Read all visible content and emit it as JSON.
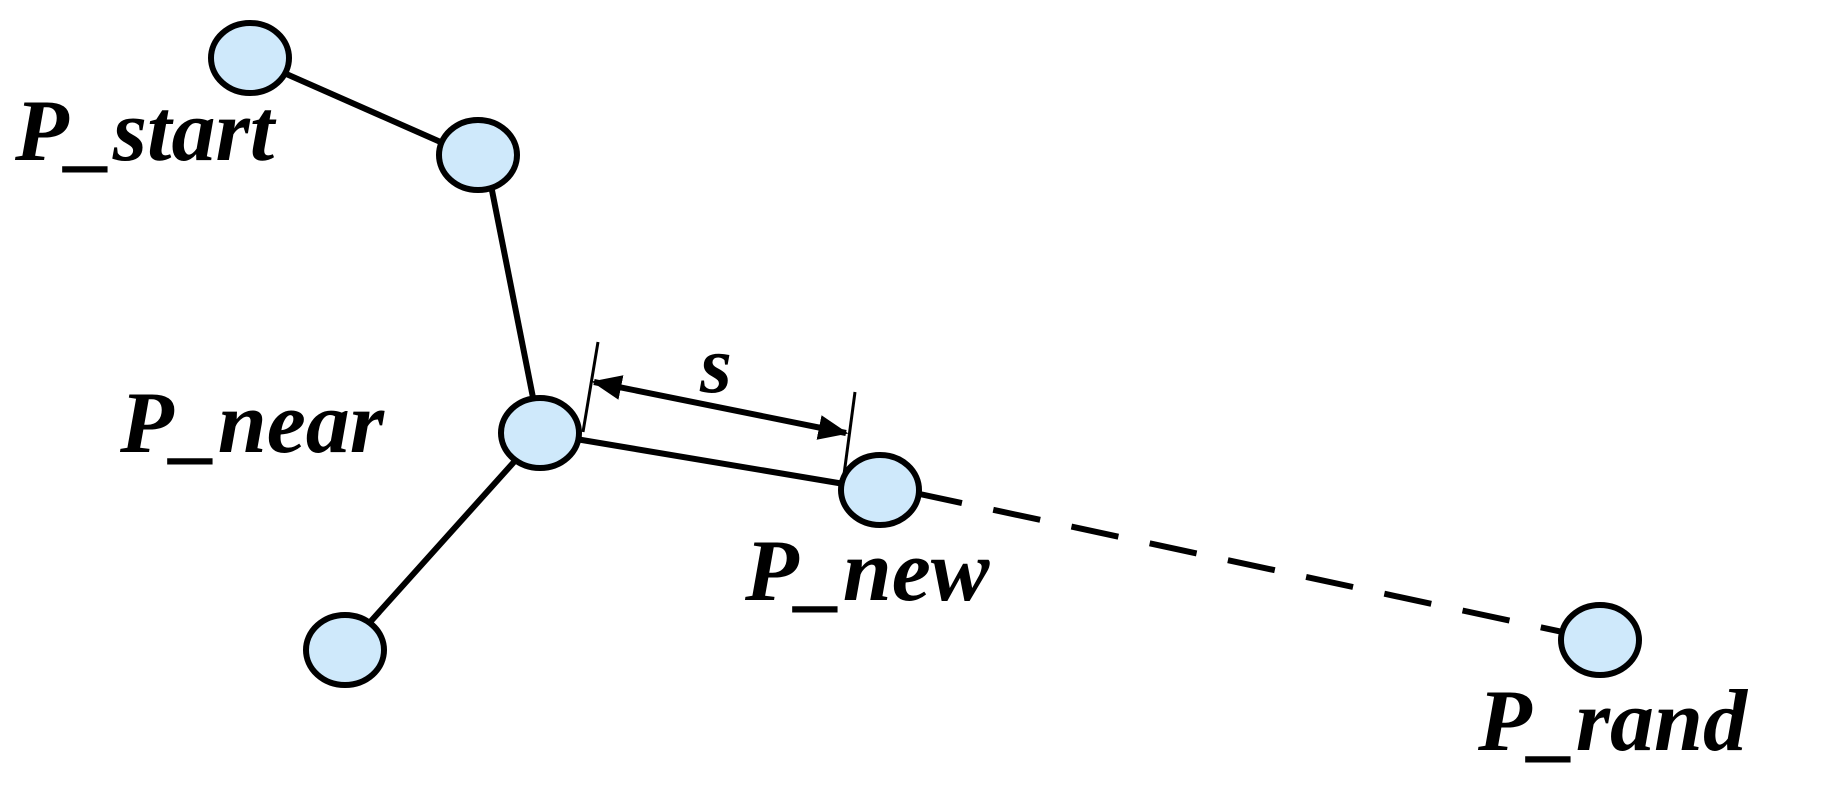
{
  "colors": {
    "node_fill": "#cfe9fb",
    "stroke": "#000000",
    "background": "#ffffff"
  },
  "labels": {
    "p_start": "P_start",
    "p_near": "P_near",
    "p_new": "P_new",
    "p_rand": "P_rand",
    "step": "s"
  }
}
